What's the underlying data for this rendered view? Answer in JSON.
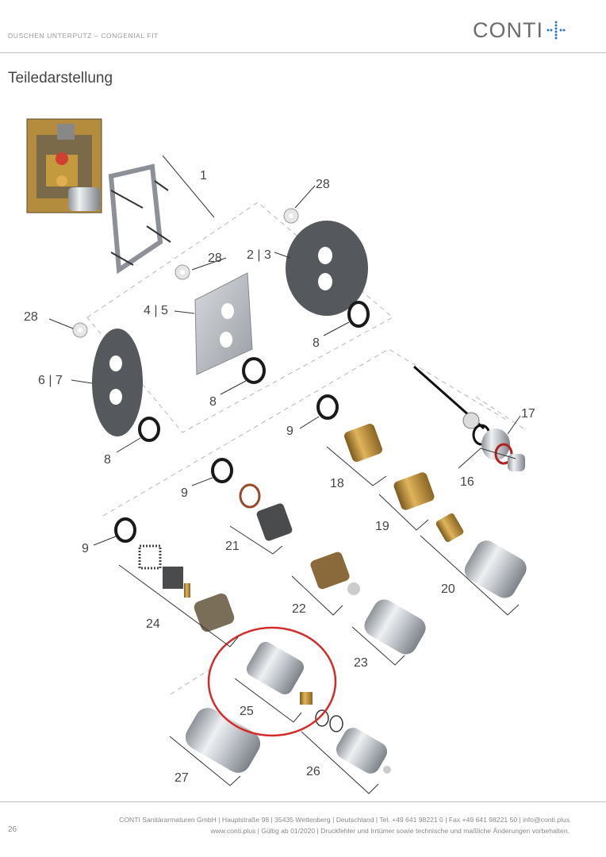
{
  "header": {
    "breadcrumb": "DUSCHEN UNTERPUTZ – CONGENIAL FIT",
    "logo_text": "CONTI",
    "logo_icon": "plus-dots-icon"
  },
  "page_title": "Teiledarstellung",
  "callouts": {
    "c1": "1",
    "c28a": "28",
    "c28b": "28",
    "c28c": "28",
    "c23": "2 | 3",
    "c45": "4 | 5",
    "c67": "6 | 7",
    "c8a": "8",
    "c8b": "8",
    "c8c": "8",
    "c9a": "9",
    "c9b": "9",
    "c9c": "9",
    "c17": "17",
    "c16": "16",
    "c18": "18",
    "c19": "19",
    "c20": "20",
    "c21": "21",
    "c22": "22",
    "c23n": "23",
    "c24": "24",
    "c25": "25",
    "c26": "26",
    "c27": "27"
  },
  "colors": {
    "highlight": "#d42a2a",
    "brass": "#c8953a",
    "chrome": "#c9ccd1",
    "dark_plate": "#5c5f63",
    "logo_blue": "#2f74c0"
  },
  "footer": {
    "line1": "CONTI Sanitärarmaturen GmbH | Hauptstraße 98 | 35435 Wettenberg | Deutschland | Tel. +49 641 98221 0 | Fax +49 641 98221 50 | info@conti.plus",
    "line2": "www.conti.plus | Gültig ab 01/2020 | Druckfehler und Irrtümer sowie technische und maßliche Änderungen vorbehalten."
  },
  "page_number": "26"
}
